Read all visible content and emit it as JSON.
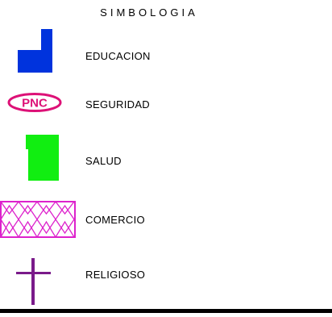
{
  "title": "SIMBOLOGIA",
  "legend": [
    {
      "label": "EDUCACION",
      "icon": "education-block-icon",
      "color": "#0033dd"
    },
    {
      "label": "SEGURIDAD",
      "icon": "pnc-oval-icon",
      "color": "#dd1177",
      "badge_text": "PNC"
    },
    {
      "label": "SALUD",
      "icon": "health-block-icon",
      "color": "#11ee11"
    },
    {
      "label": "COMERCIO",
      "icon": "commerce-crosshatch-icon",
      "color": "#dd22cc"
    },
    {
      "label": "RELIGIOSO",
      "icon": "cross-icon",
      "color": "#7a1a8a"
    }
  ]
}
